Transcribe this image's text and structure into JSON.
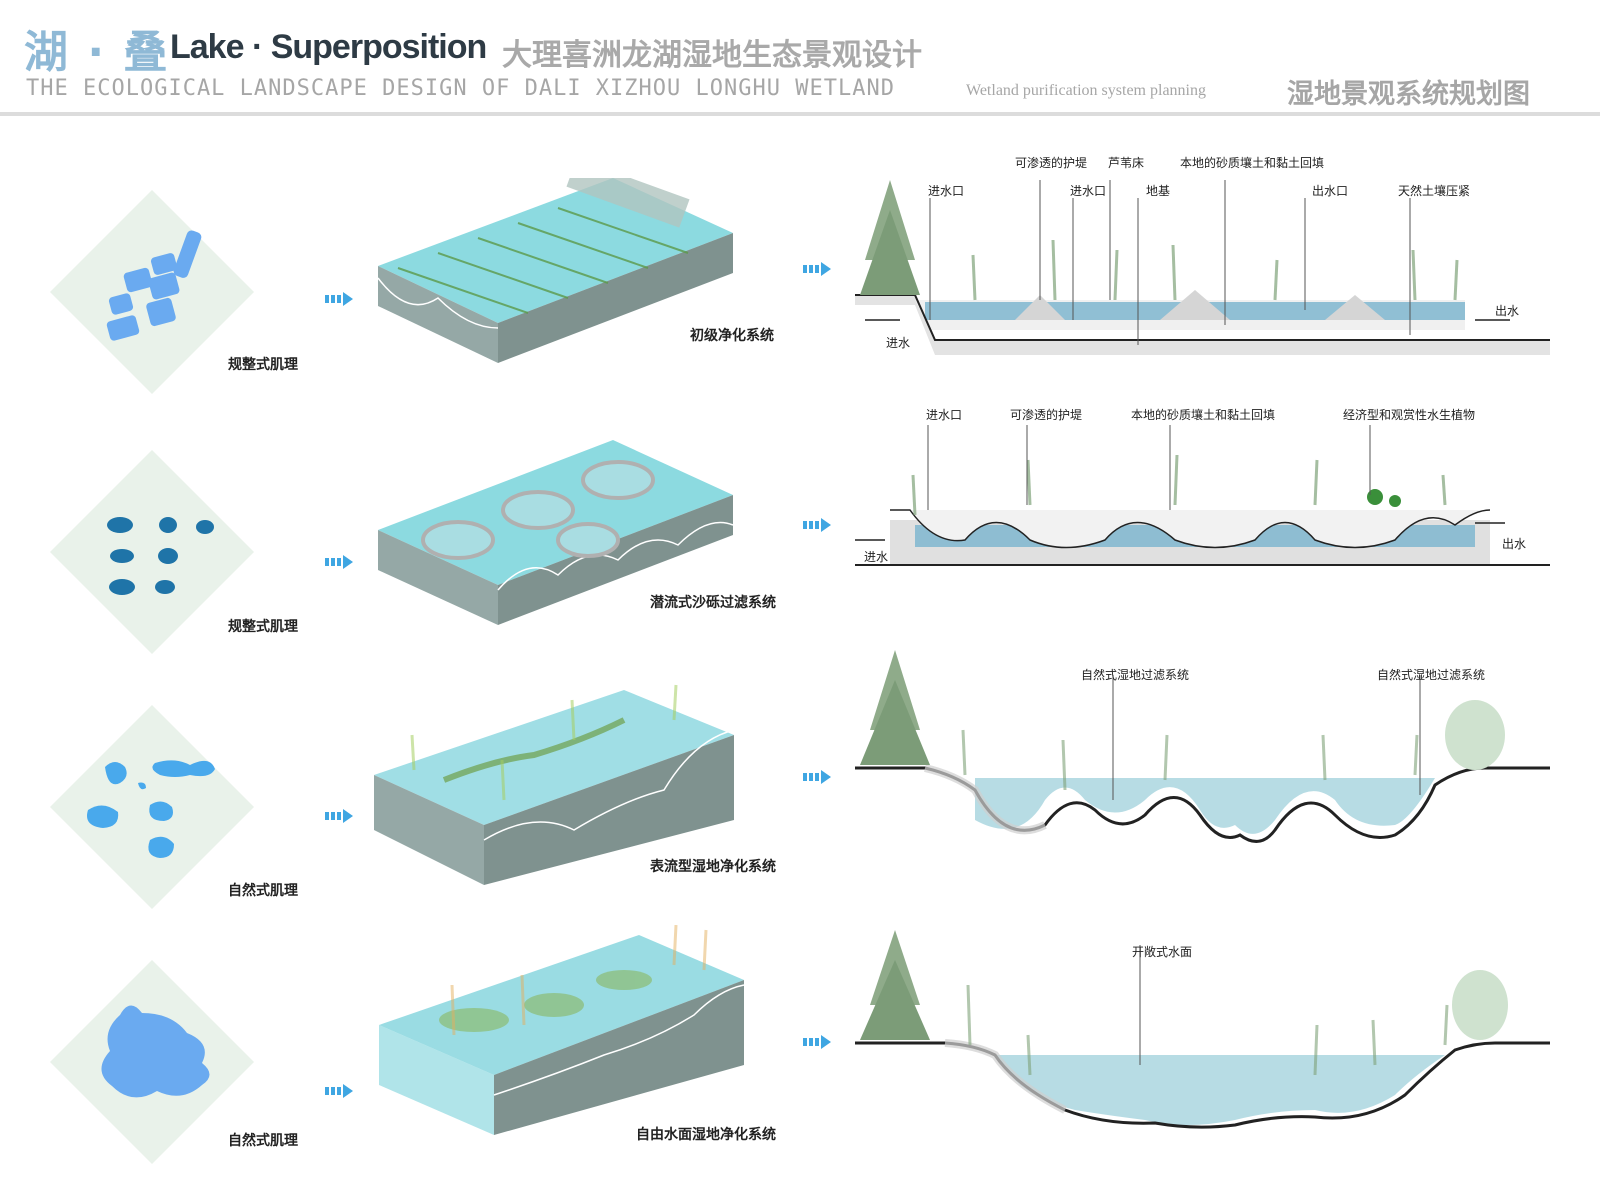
{
  "header": {
    "title_zh": "湖 · 叠",
    "title_en": "Lake · Superposition",
    "title_cn": "大理喜洲龙湖湿地生态景观设计",
    "subtitle": "THE ECOLOGICAL LANDSCAPE DESIGN OF DALI XIZHOU LONGHU WETLAND",
    "plan_en": "Wetland purification system planning",
    "plan_zh": "湿地景观系统规划图"
  },
  "rows": [
    {
      "texture_label": "规整式肌理",
      "system_label": "初级净化系统",
      "section_labels": [
        "进水口",
        "可渗透的护堤",
        "芦苇床",
        "本地的砂质壤土和黏土回填",
        "进水口",
        "地基",
        "出水口",
        "天然土壤压紧"
      ],
      "inlet": "进水",
      "outlet": "出水"
    },
    {
      "texture_label": "规整式肌理",
      "system_label": "潜流式沙砾过滤系统",
      "section_labels": [
        "进水口",
        "可渗透的护堤",
        "本地的砂质壤土和黏土回填",
        "经济型和观赏性水生植物"
      ],
      "inlet": "进水",
      "outlet": "出水"
    },
    {
      "texture_label": "自然式肌理",
      "system_label": "表流型湿地净化系统",
      "section_labels": [
        "自然式湿地过滤系统",
        "自然式湿地过滤系统"
      ]
    },
    {
      "texture_label": "自然式肌理",
      "system_label": "自由水面湿地净化系统",
      "section_labels": [
        "开敞式水面"
      ]
    }
  ],
  "colors": {
    "water": "#8fd8e0",
    "pattern_light": "#6aaaf0",
    "pattern_dark": "#1f74a8",
    "diamond": "#e9f2ea",
    "arrow": "#3fa6e2",
    "ground": "#9aa8a4"
  },
  "icons": [
    "arrow-right-icon",
    "tree-icon"
  ]
}
